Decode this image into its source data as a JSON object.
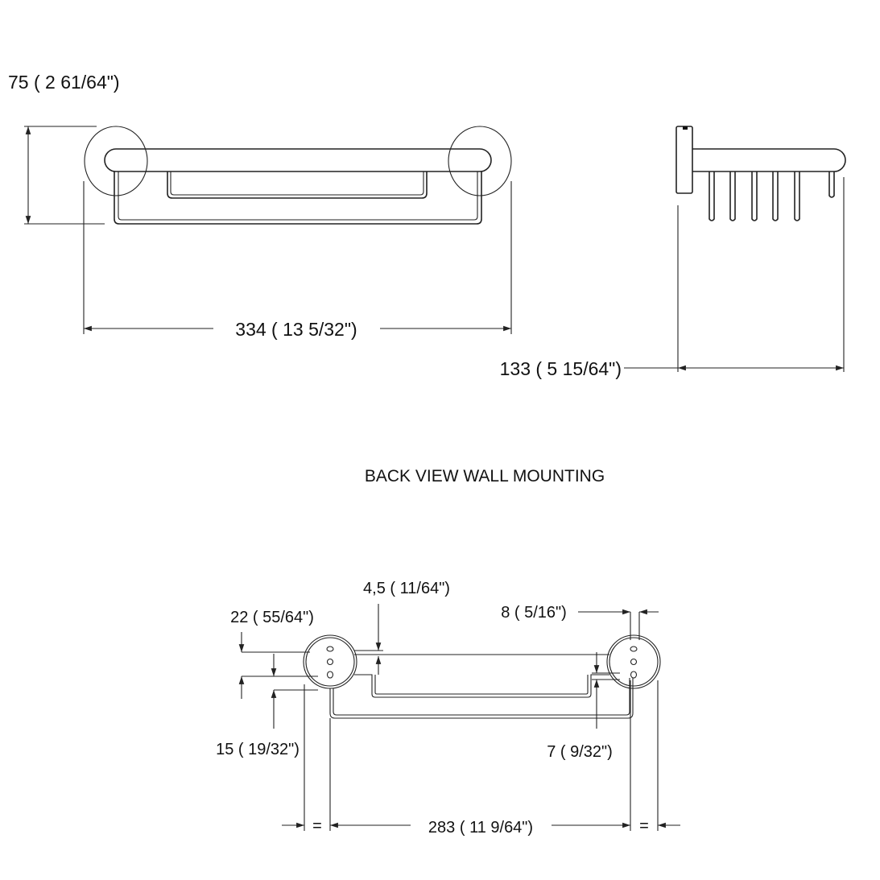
{
  "front_view": {
    "height_label": "75 ( 2 61/64\")",
    "width_label": "334 ( 13 5/32\")"
  },
  "side_view": {
    "depth_label": "133 ( 5 15/64\")"
  },
  "back_view": {
    "title": "BACK VIEW WALL MOUNTING",
    "rosette_label": "22 ( 55/64\")",
    "hole_offset_label": "15 ( 19/32\")",
    "tube_label": "4,5 ( 11/64\")",
    "edge_label": "8 ( 5/16\")",
    "inner_label": "7 ( 9/32\")",
    "center_distance_label": "283 ( 11 9/64\")",
    "equal_mark": "="
  }
}
